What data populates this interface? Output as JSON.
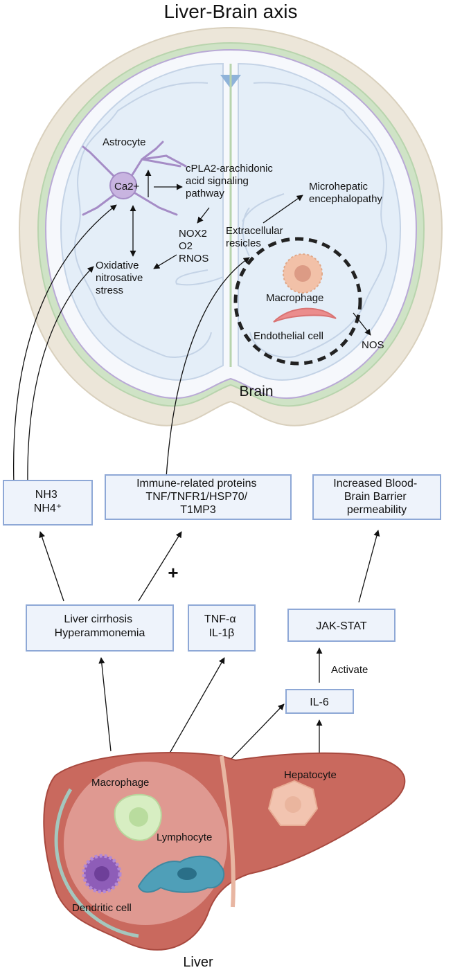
{
  "title": "Liver-Brain axis",
  "brain": {
    "label": "Brain",
    "astrocyte": "Astrocyte",
    "ca": "Ca2+",
    "cpla2": [
      "cPLA2-arachidonic",
      "acid signaling",
      "pathway"
    ],
    "nox": [
      "NOX2",
      "O2",
      "RNOS"
    ],
    "oxidative": [
      "Oxidative",
      "nitrosative",
      "stress"
    ],
    "extracellular": [
      "Extracellular",
      "resicles"
    ],
    "microhepatic": [
      "Microhepatic",
      "encephalopathy"
    ],
    "macrophage": "Macrophage",
    "endothelial": "Endothelial cell",
    "nos": "NOS"
  },
  "boxes": {
    "nh3": [
      "NH3",
      "NH4⁺"
    ],
    "immune": [
      "Immune-related proteins",
      "TNF/TNFR1/HSP70/",
      "T1MP3"
    ],
    "bbb": [
      "Increased Blood-",
      "Brain Barrier",
      "permeability"
    ],
    "cirrhosis": [
      "Liver cirrhosis",
      "Hyperammonemia"
    ],
    "tnf": [
      "TNF-α",
      "IL-1β"
    ],
    "jak": "JAK-STAT",
    "il6": "IL-6"
  },
  "plus": "+",
  "activate": "Activate",
  "liver": {
    "label": "Liver",
    "macrophage": "Macrophage",
    "hepatocyte": "Hepatocyte",
    "lymphocyte": "Lymphocyte",
    "dendritic": "Dendritic cell"
  },
  "colors": {
    "box_fill": "#eef3fb",
    "box_stroke": "#8ea8d6",
    "brain_fill": "#dce9f5",
    "skull": "#ece6d9",
    "liver": "#c9695e",
    "astrocyte": "#a58cc6"
  }
}
